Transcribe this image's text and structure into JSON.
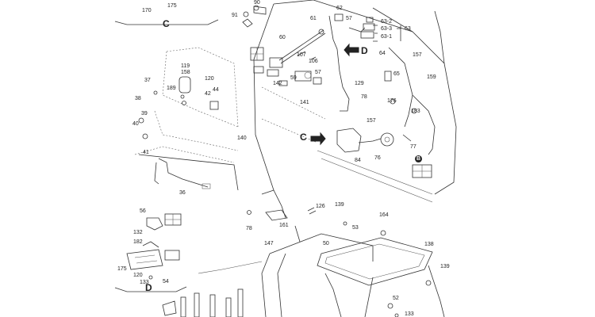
{
  "sections": {
    "c": "C",
    "d": "D",
    "b_marker": "B"
  },
  "callouts": {
    "c_arrow": "C",
    "d_arrow": "D"
  },
  "top_left_labels": [
    "170",
    "175"
  ],
  "part_numbers": {
    "p91": "91",
    "p90": "90",
    "p61": "61",
    "p60": "60",
    "p62": "62",
    "p57a": "57",
    "p63_2": "63-2",
    "p63_3": "63-3",
    "p63_1": "63-1",
    "p63": "63",
    "p64": "64",
    "p157a": "157",
    "p107": "107",
    "p106": "106",
    "p57b": "57",
    "p59": "59",
    "p142": "142",
    "p141": "141",
    "p129": "129",
    "p65": "65",
    "p78a": "78",
    "p176": "176",
    "p159": "159",
    "p183": "183",
    "p157b": "157",
    "p77": "77",
    "p84": "84",
    "p76": "76",
    "p119": "119",
    "p158": "158",
    "p120a": "120",
    "p37": "37",
    "p189": "189",
    "p44": "44",
    "p38": "38",
    "p42": "42",
    "p40": "40",
    "p39": "39",
    "p140": "140",
    "p41": "41",
    "p36": "36",
    "p56": "56",
    "p132": "132",
    "p182": "182",
    "p175": "175",
    "p120b": "120",
    "p133": "133",
    "p54": "54",
    "p78b": "78",
    "p126": "126",
    "p161": "161",
    "p139a": "139",
    "p164": "164",
    "p53": "53",
    "p147": "147",
    "p50": "50",
    "p138": "138",
    "p139b": "139",
    "p52": "52",
    "p133b": "133"
  }
}
